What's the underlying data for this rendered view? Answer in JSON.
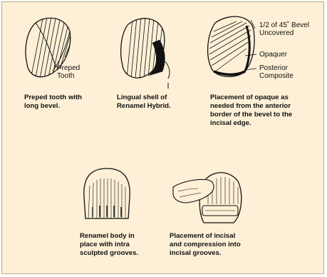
{
  "figures": [
    {
      "id": "preped-tooth",
      "caption": "Preped tooth with\nlong bevel.",
      "callout": "Preped\nTooth"
    },
    {
      "id": "lingual-shell",
      "caption": "Lingual shell of\nRenamel Hybrid."
    },
    {
      "id": "opaque-placement",
      "caption": "Placement of opaque as\nneeded from the anterior\nborder of the bevel to the\nincisal edge.",
      "callouts": {
        "bevel": "1/2 of 45˚ Bevel\nUncovered",
        "opaquer": "Opaquer",
        "composite": "Posterior\nComposite"
      }
    },
    {
      "id": "renamel-body",
      "caption": "Renamel body in\nplace with intra\nsculpted grooves."
    },
    {
      "id": "incisal-compression",
      "caption": "Placement of incisal\nand compression into\nincisal grooves."
    }
  ],
  "colors": {
    "background": "#fdf0d6",
    "border": "#b9a98c",
    "ink": "#111111"
  }
}
